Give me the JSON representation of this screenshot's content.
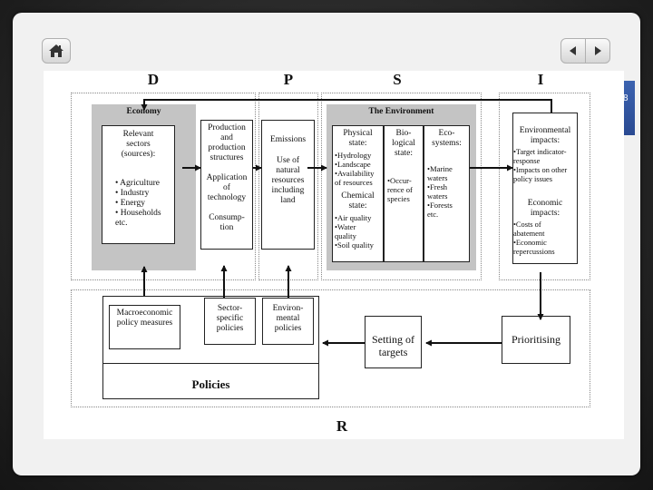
{
  "slide_number": "8",
  "nav": {
    "home_icon": "home-icon",
    "prev_icon": "triangle-left-icon",
    "next_icon": "triangle-right-icon"
  },
  "letters": {
    "d": "D",
    "p": "P",
    "s": "S",
    "i": "I",
    "r": "R"
  },
  "economy": {
    "title": "Economy",
    "sectors_heading": "Relevant\nsectors\n(sources):",
    "sectors_list": "• Agriculture\n• Industry\n• Energy\n• Households\netc."
  },
  "production": "Production\nand\nproduction\nstructures\n\nApplication\nof\ntechnology\n\nConsump-\ntion",
  "emissions": {
    "title": "Emissions",
    "text": "Use of\nnatural\nresources\nincluding\nland"
  },
  "environment": {
    "title": "The Environment",
    "physical": "Physical\nstate:",
    "physical_list": "•Hydrology\n•Landscape\n•Availability\nof resources",
    "chemical": "Chemical\nstate:",
    "chemical_list": "•Air quality\n•Water\nquality\n•Soil quality",
    "bio": "Bio-\nlogical\nstate:",
    "bio_list": "•Occur-\nrence of\nspecies",
    "eco": "Eco-\nsystems:",
    "eco_list": "•Marine\nwaters\n•Fresh\nwaters\n•Forests\netc."
  },
  "impacts": {
    "env_title": "Environmental\nimpacts:",
    "env_list": "•Target indicator-\nresponse\n•Impacts on other\npolicy issues",
    "eco_title": "Economic\nimpacts:",
    "eco_list": "•Costs of\nabatement\n•Economic\nrepercussions"
  },
  "policies": {
    "macro": "Macroeconomic\npolicy measures",
    "sector": "Sector-\nspecific\npolicies",
    "environ": "Environ-\nmental\npolicies",
    "label": "Policies"
  },
  "targets": "Setting of\ntargets",
  "prioritising": "Prioritising"
}
